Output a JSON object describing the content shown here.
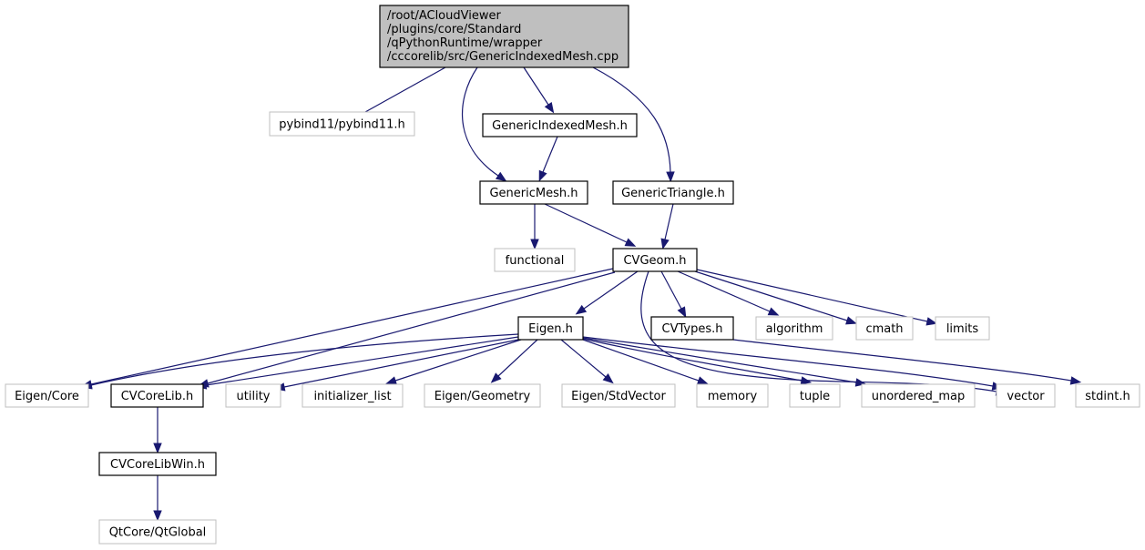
{
  "diagram": {
    "type": "include-dependency-graph",
    "colors": {
      "edge": "#191970",
      "root_fill": "#bfbfbf",
      "root_border": "#000000",
      "documented_border": "#000000",
      "external_border": "#bfbfbf",
      "node_fill": "#ffffff"
    },
    "nodes": [
      {
        "id": "root",
        "label_lines": [
          "/root/ACloudViewer",
          "/plugins/core/Standard",
          "/qPythonRuntime/wrapper",
          "/cccorelib/src/GenericIndexedMesh.cpp"
        ],
        "kind": "root"
      },
      {
        "id": "pybind11",
        "label_lines": [
          "pybind11/pybind11.h"
        ],
        "kind": "external"
      },
      {
        "id": "GenericIndexedMesh_h",
        "label_lines": [
          "GenericIndexedMesh.h"
        ],
        "kind": "documented"
      },
      {
        "id": "GenericMesh_h",
        "label_lines": [
          "GenericMesh.h"
        ],
        "kind": "documented"
      },
      {
        "id": "GenericTriangle_h",
        "label_lines": [
          "GenericTriangle.h"
        ],
        "kind": "documented"
      },
      {
        "id": "functional",
        "label_lines": [
          "functional"
        ],
        "kind": "external"
      },
      {
        "id": "CVGeom_h",
        "label_lines": [
          "CVGeom.h"
        ],
        "kind": "documented"
      },
      {
        "id": "Eigen_h",
        "label_lines": [
          "Eigen.h"
        ],
        "kind": "documented"
      },
      {
        "id": "CVTypes_h",
        "label_lines": [
          "CVTypes.h"
        ],
        "kind": "documented"
      },
      {
        "id": "algorithm",
        "label_lines": [
          "algorithm"
        ],
        "kind": "external"
      },
      {
        "id": "cmath",
        "label_lines": [
          "cmath"
        ],
        "kind": "external"
      },
      {
        "id": "limits",
        "label_lines": [
          "limits"
        ],
        "kind": "external"
      },
      {
        "id": "Eigen_Core",
        "label_lines": [
          "Eigen/Core"
        ],
        "kind": "external"
      },
      {
        "id": "CVCoreLib_h",
        "label_lines": [
          "CVCoreLib.h"
        ],
        "kind": "documented"
      },
      {
        "id": "utility",
        "label_lines": [
          "utility"
        ],
        "kind": "external"
      },
      {
        "id": "initializer_list",
        "label_lines": [
          "initializer_list"
        ],
        "kind": "external"
      },
      {
        "id": "Eigen_Geometry",
        "label_lines": [
          "Eigen/Geometry"
        ],
        "kind": "external"
      },
      {
        "id": "Eigen_StdVector",
        "label_lines": [
          "Eigen/StdVector"
        ],
        "kind": "external"
      },
      {
        "id": "memory",
        "label_lines": [
          "memory"
        ],
        "kind": "external"
      },
      {
        "id": "tuple",
        "label_lines": [
          "tuple"
        ],
        "kind": "external"
      },
      {
        "id": "unordered_map",
        "label_lines": [
          "unordered_map"
        ],
        "kind": "external"
      },
      {
        "id": "vector",
        "label_lines": [
          "vector"
        ],
        "kind": "external"
      },
      {
        "id": "stdint_h",
        "label_lines": [
          "stdint.h"
        ],
        "kind": "external"
      },
      {
        "id": "CVCoreLibWin_h",
        "label_lines": [
          "CVCoreLibWin.h"
        ],
        "kind": "documented"
      },
      {
        "id": "QtCore_QtGlobal",
        "label_lines": [
          "QtCore/QtGlobal"
        ],
        "kind": "external"
      }
    ],
    "edges": [
      {
        "from": "root",
        "to": "pybind11"
      },
      {
        "from": "root",
        "to": "GenericIndexedMesh_h"
      },
      {
        "from": "root",
        "to": "GenericMesh_h"
      },
      {
        "from": "root",
        "to": "GenericTriangle_h"
      },
      {
        "from": "GenericIndexedMesh_h",
        "to": "GenericMesh_h"
      },
      {
        "from": "GenericMesh_h",
        "to": "functional"
      },
      {
        "from": "GenericMesh_h",
        "to": "CVGeom_h"
      },
      {
        "from": "GenericTriangle_h",
        "to": "CVGeom_h"
      },
      {
        "from": "CVGeom_h",
        "to": "Eigen_h"
      },
      {
        "from": "CVGeom_h",
        "to": "CVTypes_h"
      },
      {
        "from": "CVGeom_h",
        "to": "algorithm"
      },
      {
        "from": "CVGeom_h",
        "to": "cmath"
      },
      {
        "from": "CVGeom_h",
        "to": "limits"
      },
      {
        "from": "CVGeom_h",
        "to": "Eigen_Core"
      },
      {
        "from": "CVGeom_h",
        "to": "CVCoreLib_h"
      },
      {
        "from": "CVGeom_h",
        "to": "vector"
      },
      {
        "from": "Eigen_h",
        "to": "Eigen_Core"
      },
      {
        "from": "Eigen_h",
        "to": "CVCoreLib_h"
      },
      {
        "from": "Eigen_h",
        "to": "utility"
      },
      {
        "from": "Eigen_h",
        "to": "initializer_list"
      },
      {
        "from": "Eigen_h",
        "to": "Eigen_Geometry"
      },
      {
        "from": "Eigen_h",
        "to": "Eigen_StdVector"
      },
      {
        "from": "Eigen_h",
        "to": "memory"
      },
      {
        "from": "Eigen_h",
        "to": "tuple"
      },
      {
        "from": "Eigen_h",
        "to": "unordered_map"
      },
      {
        "from": "Eigen_h",
        "to": "vector"
      },
      {
        "from": "CVTypes_h",
        "to": "stdint_h"
      },
      {
        "from": "CVCoreLib_h",
        "to": "CVCoreLibWin_h"
      },
      {
        "from": "CVCoreLibWin_h",
        "to": "QtCore_QtGlobal"
      }
    ]
  }
}
